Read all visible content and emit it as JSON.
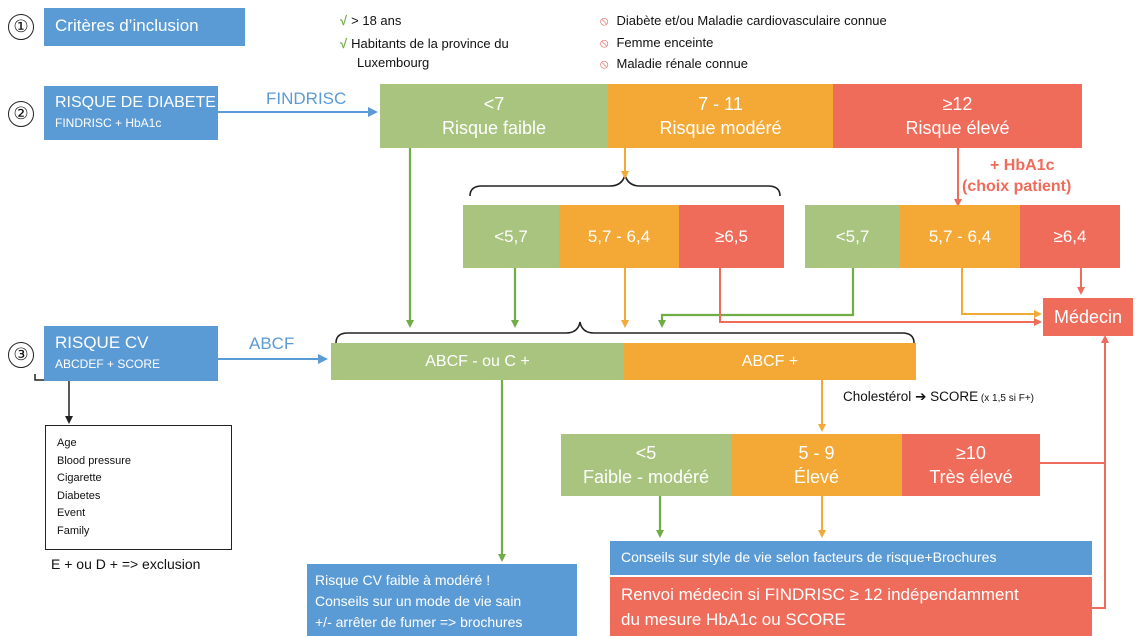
{
  "step_numbers": [
    "①",
    "②",
    "③"
  ],
  "step1": {
    "title": "Critères d’inclusion",
    "include": [
      "> 18 ans",
      "Habitants de la province du",
      "Luxembourg"
    ],
    "exclude": [
      "Diabète et/ou Maladie cardiovasculaire connue",
      "Femme enceinte",
      "Maladie rénale connue"
    ],
    "check_symbol": "√",
    "forbid_symbol": "⦸"
  },
  "step2": {
    "title": "RISQUE DE DIABETE",
    "subtitle": "FINDRISC + HbA1c",
    "arrow_label": "FINDRISC",
    "findrisc": [
      {
        "range": "<7",
        "label": "Risque faible",
        "color": "#a9c47f"
      },
      {
        "range": "7 - 11",
        "label": "Risque modéré",
        "color": "#f4a936"
      },
      {
        "range": "≥12",
        "label": "Risque élevé",
        "color": "#ef6b5a"
      }
    ],
    "hba1c_note_1": "+ HbA1c",
    "hba1c_note_2": "(choix patient)",
    "hba1c_mid": [
      "<5,7",
      "5,7 - 6,4",
      "≥6,5"
    ],
    "hba1c_high": [
      "<5,7",
      "5,7 - 6,4",
      "≥6,4"
    ],
    "doctor": "Médecin"
  },
  "step3": {
    "title": "RISQUE CV",
    "subtitle_part1": "ABCDEF",
    "subtitle_part2": " + SCORE",
    "arrow_label": "ABCF",
    "abcf": [
      "ABCF -  ou C +",
      "ABCF +"
    ],
    "factors": [
      "Age",
      "Blood pressure",
      "Cigarette",
      "Diabetes",
      "Event",
      "Family"
    ],
    "exclusion_note": "E + ou D + => exclusion",
    "score_label": "Cholestérol",
    "score_arrow": "➔",
    "score_text": " SCORE",
    "score_note": " (x 1,5 si F+)",
    "score": [
      {
        "range": "<5",
        "label": "Faible - modéré"
      },
      {
        "range": "5 - 9",
        "label": "Élevé"
      },
      {
        "range": "≥10",
        "label": "Très élevé"
      }
    ],
    "low_box": [
      "Risque CV faible à modéré !",
      "Conseils sur un mode de vie sain",
      "+/- arrêter de fumer => brochures"
    ],
    "advice_box": "Conseils sur style de vie selon facteurs de risque+Brochures",
    "referral_box": [
      "Renvoi médecin si FINDRISC ≥ 12 indépendamment",
      "du mesure HbA1c ou SCORE"
    ]
  },
  "colors": {
    "blue": "#5b9bd5",
    "green": "#a9c47f",
    "dark_green": "#70ad47",
    "orange": "#f4a936",
    "red": "#ef6b5a"
  }
}
